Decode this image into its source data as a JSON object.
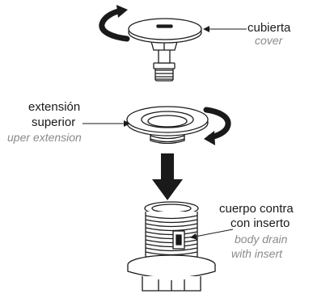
{
  "labels": {
    "cover": {
      "es": "cubierta",
      "en": "cover"
    },
    "upper_extension": {
      "es_line1": "extensión",
      "es_line2": "superior",
      "en": "uper extension"
    },
    "body_drain": {
      "es_line1": "cuerpo contra",
      "es_line2": "con inserto",
      "en_line1": "body drain",
      "en_line2": "with insert"
    }
  },
  "colors": {
    "ink": "#1a1a1a",
    "english_text": "#8a8a8a",
    "arrow": "#1a1a1a"
  }
}
